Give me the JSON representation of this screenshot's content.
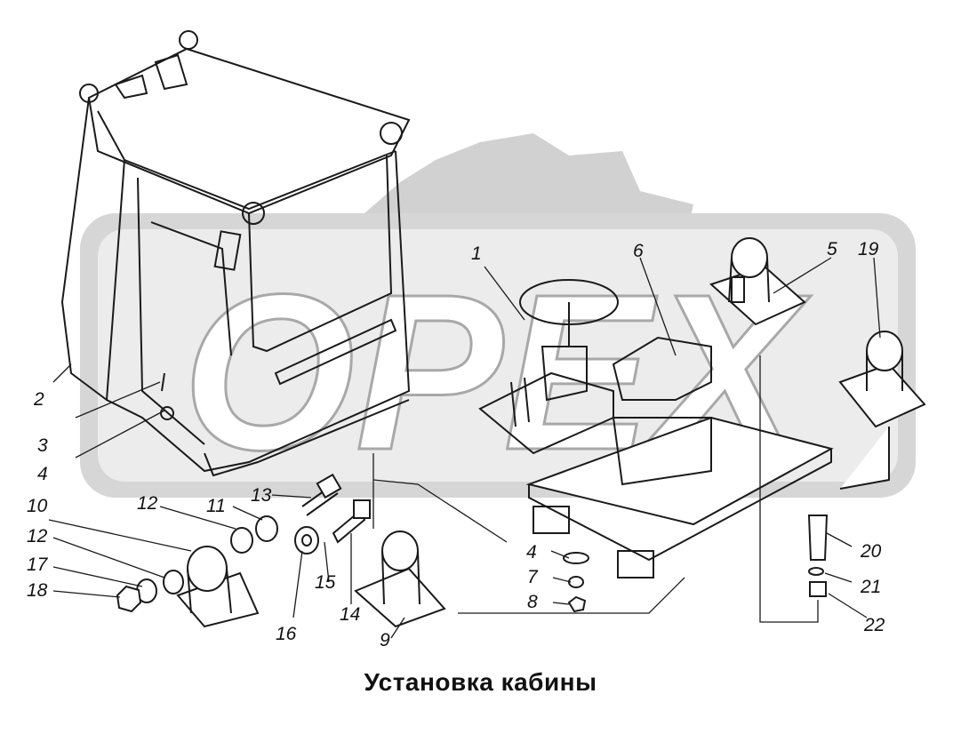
{
  "caption": "Установка кабины",
  "watermark": "OPEX",
  "callouts": [
    {
      "id": "c1",
      "label": "1"
    },
    {
      "id": "c2",
      "label": "2"
    },
    {
      "id": "c3",
      "label": "3"
    },
    {
      "id": "c4a",
      "label": "4"
    },
    {
      "id": "c4b",
      "label": "4"
    },
    {
      "id": "c5",
      "label": "5"
    },
    {
      "id": "c6",
      "label": "6"
    },
    {
      "id": "c7",
      "label": "7"
    },
    {
      "id": "c8",
      "label": "8"
    },
    {
      "id": "c9",
      "label": "9"
    },
    {
      "id": "c10",
      "label": "10"
    },
    {
      "id": "c11",
      "label": "11"
    },
    {
      "id": "c12a",
      "label": "12"
    },
    {
      "id": "c12b",
      "label": "12"
    },
    {
      "id": "c13",
      "label": "13"
    },
    {
      "id": "c14",
      "label": "14"
    },
    {
      "id": "c15",
      "label": "15"
    },
    {
      "id": "c16",
      "label": "16"
    },
    {
      "id": "c17",
      "label": "17"
    },
    {
      "id": "c18",
      "label": "18"
    },
    {
      "id": "c19",
      "label": "19"
    },
    {
      "id": "c20",
      "label": "20"
    },
    {
      "id": "c21",
      "label": "21"
    },
    {
      "id": "c22",
      "label": "22"
    }
  ],
  "colors": {
    "line": "#1a1a1a",
    "watermark_fill": "#c8c8c8",
    "background": "#ffffff"
  }
}
